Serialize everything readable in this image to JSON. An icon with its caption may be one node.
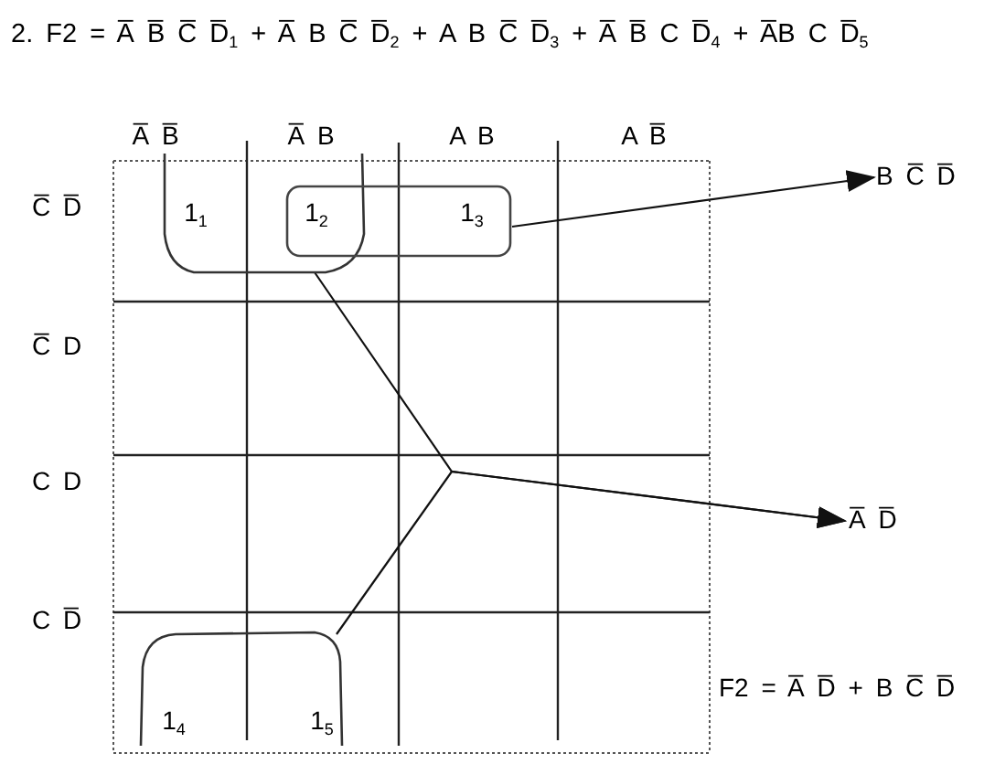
{
  "diagram": {
    "title": "2. F2 = A̅ B̅ C̅ D̅$_{1}$ + A̅ B C̅ D̅$_{2}$ + A B C̅ D̅$_{3}$ + A̅ B̅ C D̅$_{4}$ + A̅B C D̅$_{5}$",
    "nodes": [
      {
        "text": [],
        "shape": "loop"
      },
      {
        "text": [],
        "shape": "box"
      },
      {
        "text": [
          "B C̅ D̅"
        ]
      },
      {
        "text": [
          "A̅ D̅"
        ]
      },
      {
        "text": [],
        "shape": "loop"
      }
    ],
    "edges": [
      {
        "from": 1,
        "to": 2,
        "arrow": "to"
      },
      {
        "from": 0,
        "to": 3,
        "arrow": "to"
      },
      {
        "from": 4,
        "to": 3,
        "arrow": "to"
      }
    ],
    "labels": [
      "A̅ B̅",
      "A̅ B",
      "A B",
      "A B̅",
      "C̅ D̅",
      "1$_{1}$",
      "1$_{2}$",
      "1$_{3}$",
      "C̅ D",
      "C D",
      "C D̅",
      "1$_{4}$",
      "1$_{5}$",
      "F2 = A̅ D̅ + B C̅ D̅"
    ]
  }
}
